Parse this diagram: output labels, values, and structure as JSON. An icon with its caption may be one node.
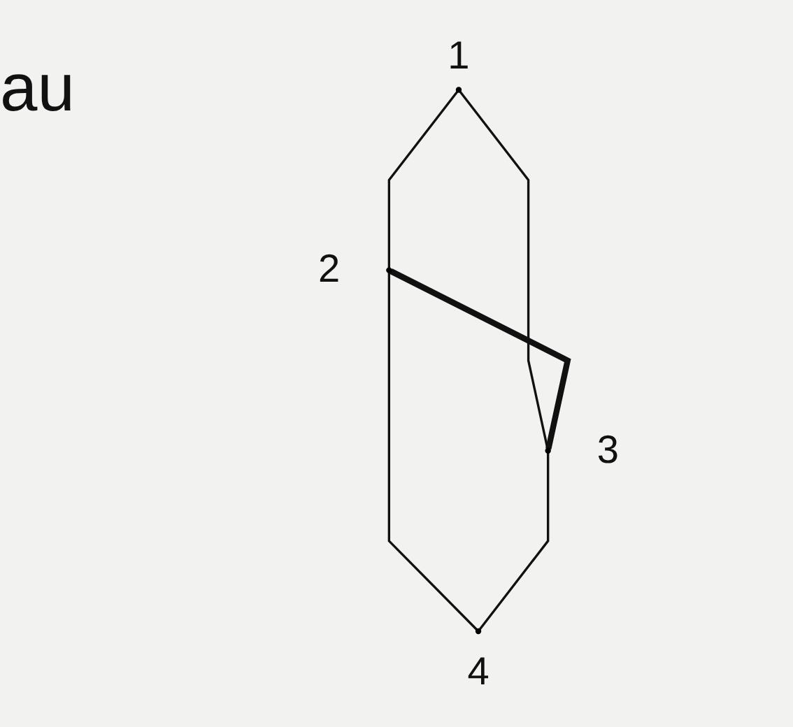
{
  "diagram": {
    "nodes": [
      {
        "text": [],
        "shape": "circle",
        "beside": [
          "1"
        ]
      },
      {
        "text": [],
        "shape": "circle",
        "beside": [
          "2"
        ]
      },
      {
        "text": [],
        "shape": "circle",
        "beside": [
          "3"
        ]
      },
      {
        "text": [],
        "shape": "circle",
        "beside": [
          "4"
        ]
      }
    ],
    "edges": [
      {
        "from": 0,
        "to": 1,
        "arrow": "none"
      },
      {
        "from": 0,
        "to": 2,
        "arrow": "none"
      },
      {
        "from": 1,
        "to": 2,
        "arrow": "none",
        "style": "thick"
      },
      {
        "from": 1,
        "to": 3,
        "arrow": "none"
      },
      {
        "from": 2,
        "to": 3,
        "arrow": "none"
      }
    ],
    "labels": [
      "au"
    ]
  }
}
